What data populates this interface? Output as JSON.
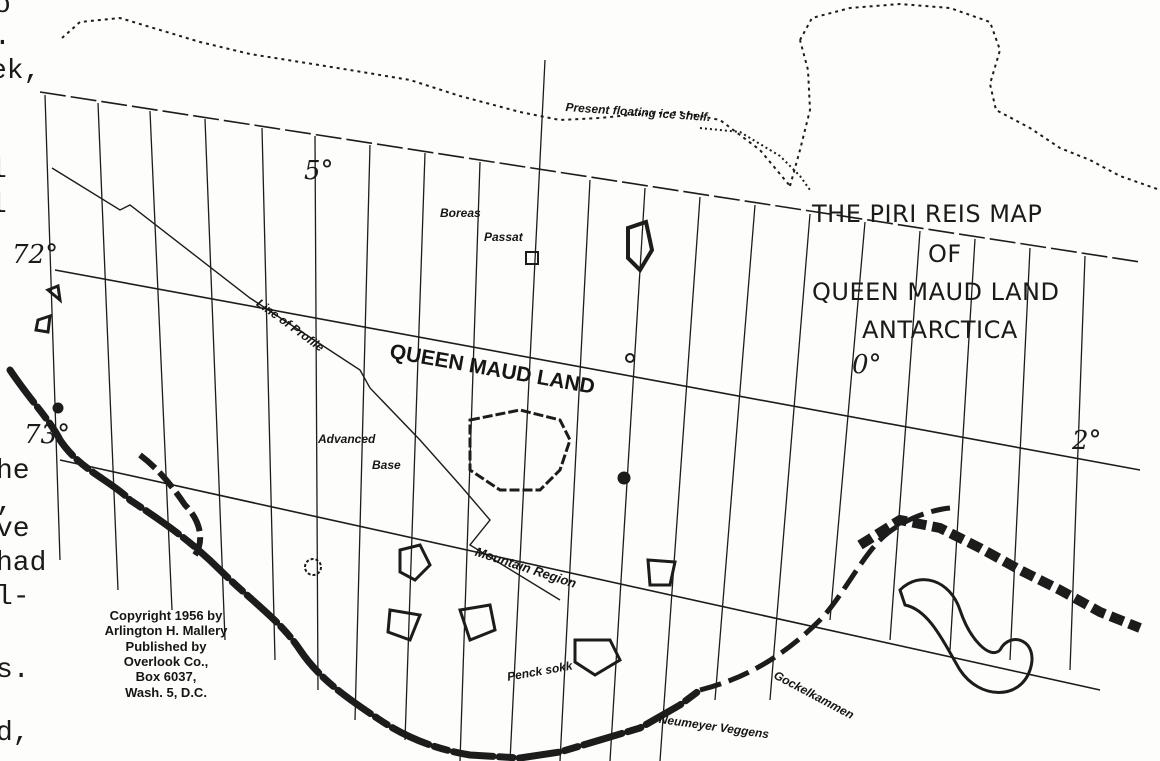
{
  "title": {
    "line1": "THE PIRI REIS MAP",
    "line2": "OF",
    "line3": "QUEEN MAUD LAND",
    "line4": "ANTARCTICA"
  },
  "region_label": "QUEEN MAUD LAND",
  "labels": {
    "ice_shelf": "Present floating ice shelf.",
    "boreas": "Boreas",
    "passat": "Passat",
    "line_of_profile": "Line of Profile",
    "advanced": "Advanced",
    "base": "Base",
    "mountain_region": "Mountain Region",
    "penck_sokk": "Penck sokk",
    "gockelkammen": "Gockelkammen",
    "neumeyer": "Neumeyer Veggens"
  },
  "latitudes": {
    "lat72": "72°",
    "lat73": "73°"
  },
  "longitudes": {
    "lon5": "5°",
    "lon0": "0°",
    "lon2": "2°"
  },
  "copyright": {
    "line1": "Copyright 1956 by",
    "line2": "Arlington H. Mallery",
    "line3": "Published by",
    "line4": "Overlook Co.,",
    "line5": "Box 6037,",
    "line6": "Wash. 5, D.C."
  },
  "page_fragments": {
    "f1": "o",
    "f2": ".",
    "f3": "ek,",
    "f4": "l",
    "f5": "l",
    "f6": "he",
    "f7": ",",
    "f8": "ve",
    "f9": "had",
    "f10": "l-",
    "f11": "s.",
    "f12": "d,"
  }
}
